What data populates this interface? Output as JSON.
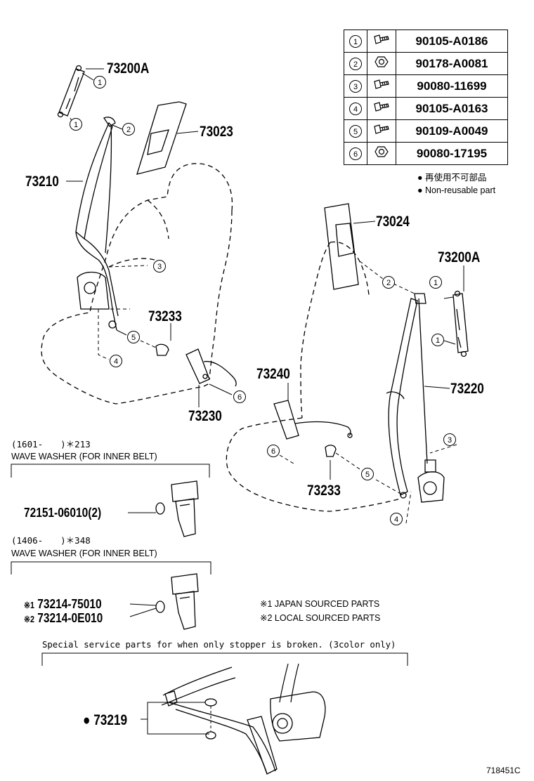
{
  "fastener_table": [
    {
      "index": "1",
      "icon": "bolt-icon",
      "part": "90105-A0186"
    },
    {
      "index": "2",
      "icon": "nut-icon",
      "part": "90178-A0081"
    },
    {
      "index": "3",
      "icon": "bolt-icon",
      "part": "90080-11699"
    },
    {
      "index": "4",
      "icon": "bolt-icon",
      "part": "90105-A0163"
    },
    {
      "index": "5",
      "icon": "bolt-icon",
      "part": "90109-A0049"
    },
    {
      "index": "6",
      "icon": "nut-icon",
      "part": "90080-17195"
    }
  ],
  "notes": {
    "non_reusable_jp": "再使用不可部品",
    "non_reusable_en": "Non-reusable part"
  },
  "part_labels": {
    "p73200a_left": "73200A",
    "p73023": "73023",
    "p73210": "73210",
    "p73233_left": "73233",
    "p73230": "73230",
    "p73024": "73024",
    "p73200a_right": "73200A",
    "p73220": "73220",
    "p73240": "73240",
    "p73233_right": "73233",
    "p72151": "72151-06010(2)",
    "p73214a": "73214-75010",
    "p73214b": "73214-0E010",
    "p73219": "73219"
  },
  "callouts": {
    "l1a": "1",
    "l1b": "1",
    "l2": "2",
    "l3": "3",
    "l4": "4",
    "l5": "5",
    "l6": "6",
    "r1a": "1",
    "r1b": "1",
    "r2": "2",
    "r3": "3",
    "r4": "4",
    "r5": "5",
    "r6": "6"
  },
  "sections": {
    "s1_code": "(1601-　　)＊213",
    "s1_title": "WAVE WASHER (FOR INNER BELT)",
    "s2_code": "(1406-　　)＊348",
    "s2_title": "WAVE WASHER (FOR INNER BELT)",
    "mark1": "※1",
    "mark2": "※2",
    "legend1": "※1 JAPAN SOURCED PARTS",
    "legend2": "※2 LOCAL SOURCED PARTS",
    "special_note": "Special service parts for when only stopper is broken. (3color only)"
  },
  "diagram_id": "718451C"
}
